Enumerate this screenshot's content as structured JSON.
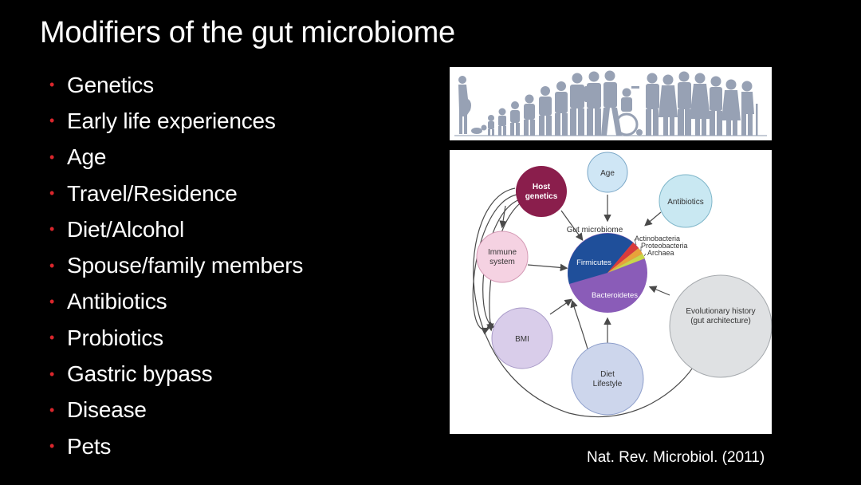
{
  "slide": {
    "title": "Modifiers of the gut microbiome",
    "bullets": [
      "Genetics",
      "Early life experiences",
      "Age",
      "Travel/Residence",
      "Diet/Alcohol",
      "Spouse/family members",
      "Antibiotics",
      "Probiotics",
      "Gastric bypass",
      "Disease",
      "Pets"
    ],
    "citation": "Nat. Rev. Microbiol. (2011)"
  },
  "diagram": {
    "center_label": "Gut microbiome",
    "phyla": {
      "firmicutes": "Firmicutes",
      "bacteroidetes": "Bacteroidetes",
      "actinobacteria": "Actinobacteria",
      "proteobacteria": "Proteobacteria",
      "archaea": "Archaea"
    },
    "nodes": {
      "age": "Age",
      "host_genetics_1": "Host",
      "host_genetics_2": "genetics",
      "antibiotics": "Antibiotics",
      "immune_1": "Immune",
      "immune_2": "system",
      "bmi": "BMI",
      "diet_1": "Diet",
      "diet_2": "Lifestyle",
      "evolution_1": "Evolutionary history",
      "evolution_2": "(gut architecture)"
    },
    "colors": {
      "firmicutes": "#1f4f9a",
      "bacteroidetes": "#8a5cb8",
      "host_genetics": "#8a1e4c",
      "age": "#cfe6f5",
      "antibiotics": "#c9e8f2",
      "immune": "#f5d2e2",
      "bmi": "#d9cdea",
      "diet": "#cdd6ec",
      "evolution": "#dfe1e3"
    }
  }
}
